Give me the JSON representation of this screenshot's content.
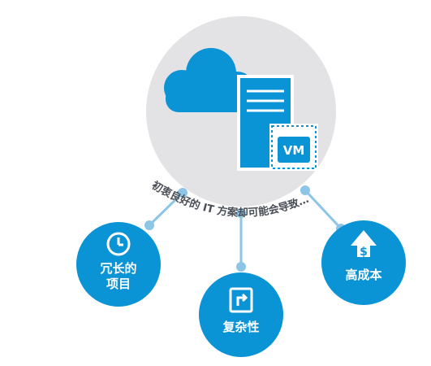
{
  "arc_caption": "初衷良好的 IT 方案却可能会导致…",
  "server_badge": "VM",
  "outcomes": [
    {
      "line1": "冗长的",
      "line2": "项目",
      "icon": "clock-icon"
    },
    {
      "line1": "复杂性",
      "line2": "",
      "icon": "refresh-square-icon"
    },
    {
      "line1": "高成本",
      "line2": "",
      "icon": "dollar-up-arrow-icon"
    }
  ],
  "colors": {
    "primary_blue": "#0a93d5",
    "connector_blue": "#8cc5e6",
    "hub_gray": "#e3e3e6",
    "text_gray": "#4a4f57"
  }
}
